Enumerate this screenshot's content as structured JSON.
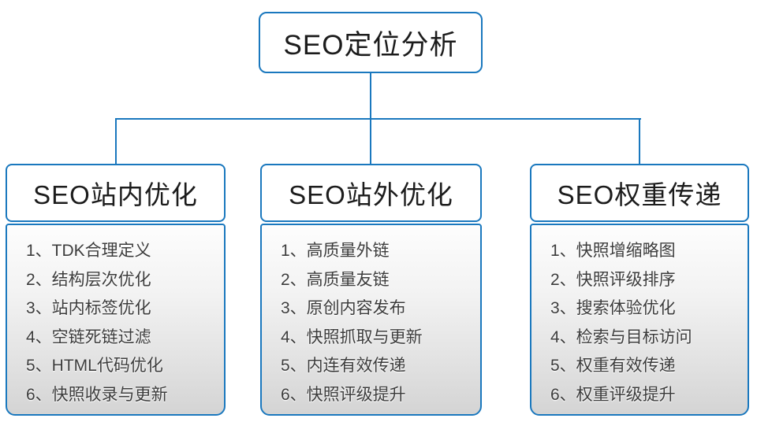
{
  "root": {
    "title": "SEO定位分析"
  },
  "columns": [
    {
      "title": "SEO站内优化",
      "items": [
        "1、TDK合理定义",
        "2、结构层次优化",
        "3、站内标签优化",
        "4、空链死链过滤",
        "5、HTML代码优化",
        "6、快照收录与更新"
      ]
    },
    {
      "title": "SEO站外优化",
      "items": [
        "1、高质量外链",
        "2、高质量友链",
        "3、原创内容发布",
        "4、快照抓取与更新",
        "5、内连有效传递",
        "6、快照评级提升"
      ]
    },
    {
      "title": "SEO权重传递",
      "items": [
        "1、快照增缩略图",
        "2、快照评级排序",
        "3、搜索体验优化",
        "4、检索与目标访问",
        "5、权重有效传递",
        "6、权重评级提升"
      ]
    }
  ],
  "colors": {
    "accent": "#1a78be",
    "header_text": "#1c1c1c",
    "item_text": "#3c3c3c",
    "list_gradient_top": "#fdfdfd",
    "list_gradient_bottom": "#d4d4d4"
  }
}
